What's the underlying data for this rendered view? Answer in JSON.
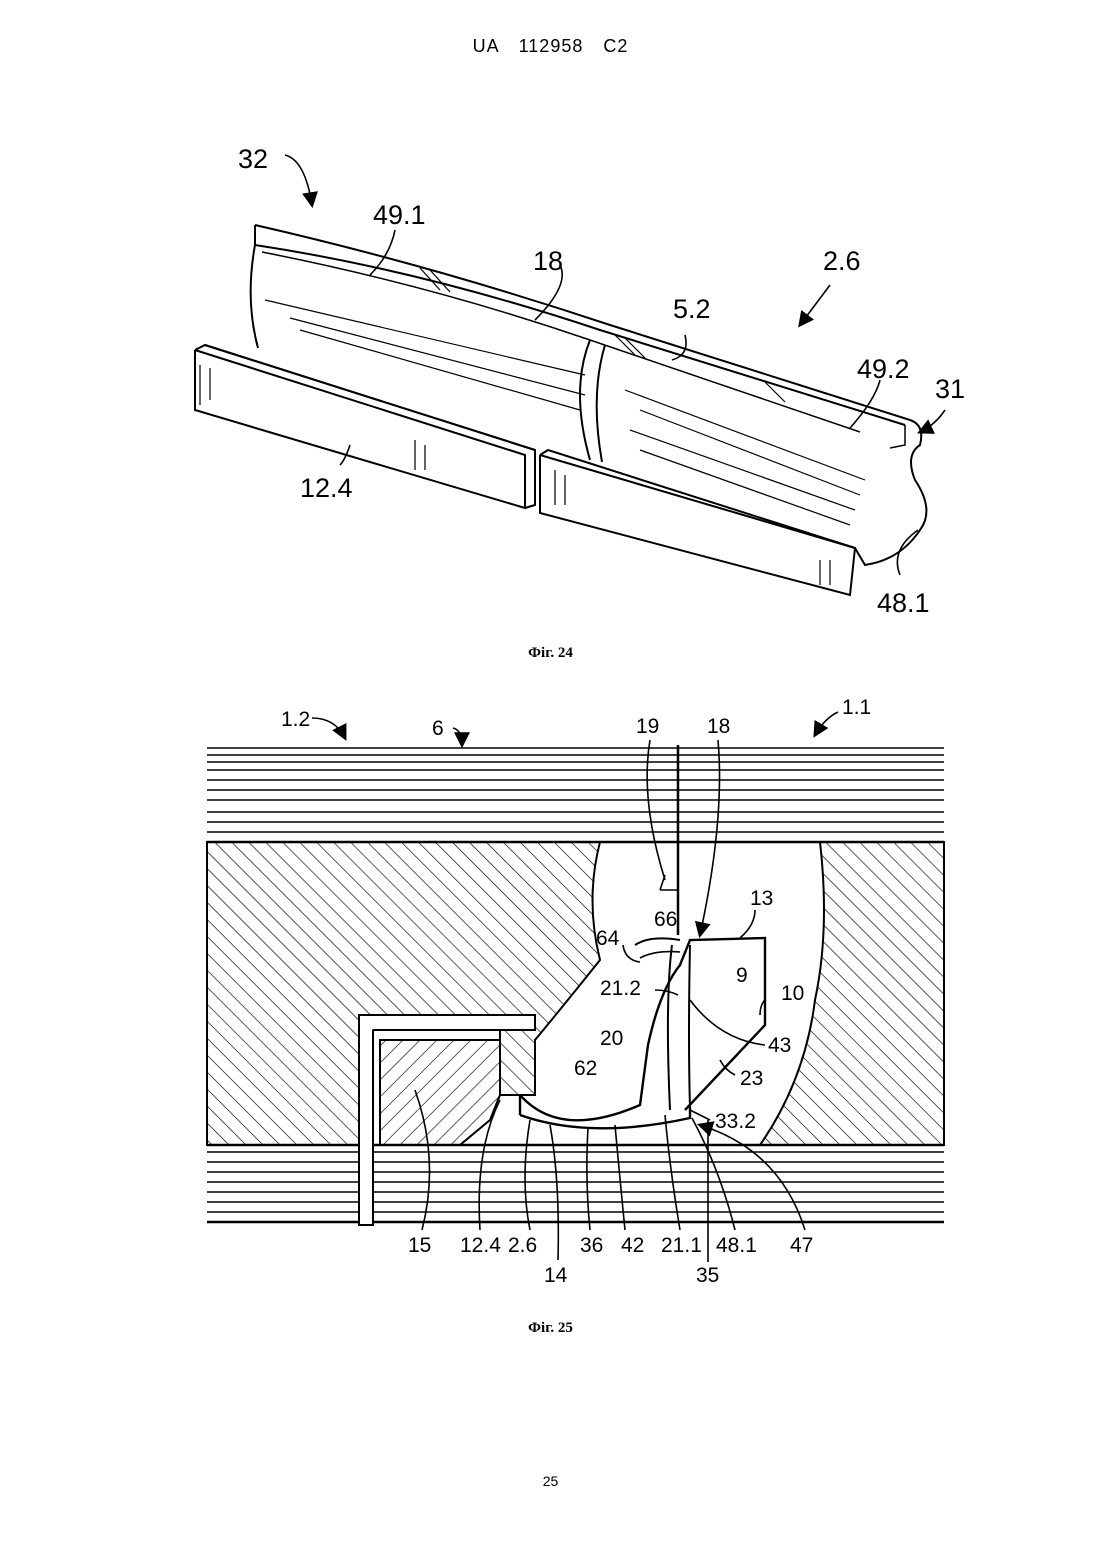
{
  "header": {
    "document_id": "UA 112958 C2"
  },
  "figures": [
    {
      "caption": "Фіг. 24",
      "labels": [
        "32",
        "49.1",
        "18",
        "2.6",
        "5.2",
        "49.2",
        "31",
        "12.4",
        "48.1"
      ]
    },
    {
      "caption": "Фіг. 25",
      "labels": [
        "1.2",
        "6",
        "19",
        "18",
        "1.1",
        "13",
        "66",
        "64",
        "9",
        "21.2",
        "10",
        "20",
        "43",
        "62",
        "23",
        "33.2",
        "15",
        "12.4",
        "2.6",
        "14",
        "36",
        "42",
        "21.1",
        "35",
        "48.1",
        "47"
      ]
    }
  ],
  "footer": {
    "page_number": "25"
  }
}
